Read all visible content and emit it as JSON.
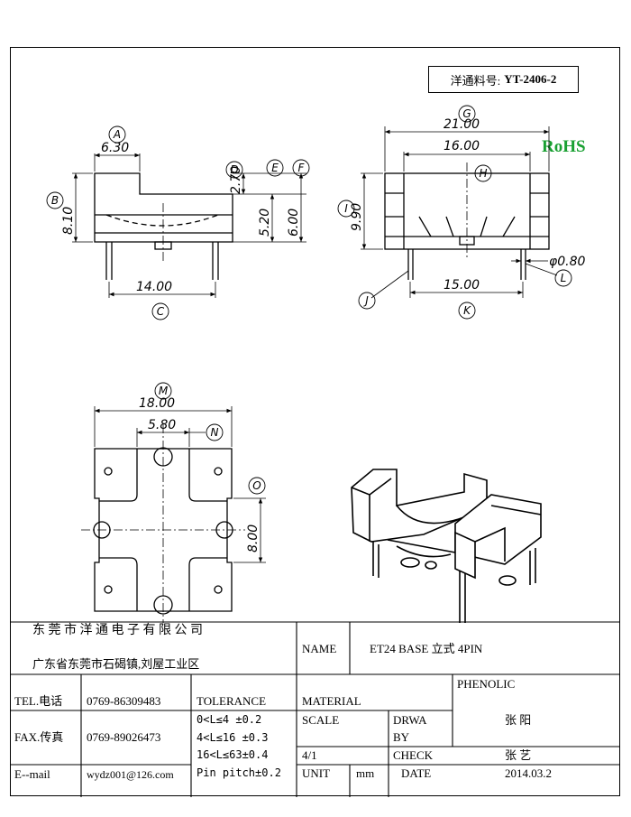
{
  "part_number": {
    "label": "洋通料号:",
    "value": "YT-2406-2"
  },
  "rohs": "RoHS",
  "callouts": {
    "A": "A",
    "B": "B",
    "C": "C",
    "D": "D",
    "E": "E",
    "F": "F",
    "G": "G",
    "H": "H",
    "I": "I",
    "J": "J",
    "K": "K",
    "L": "L",
    "M": "M",
    "N": "N",
    "O": "O"
  },
  "dimensions": {
    "A": "6.30",
    "B": "8.10",
    "C": "14.00",
    "D": "2.70",
    "E": "5.20",
    "F": "6.00",
    "G": "21.00",
    "H": "16.00",
    "I": "9.90",
    "K": "15.00",
    "L": "φ0.80",
    "M": "18.00",
    "N": "5.80",
    "O": "8.00"
  },
  "title_block": {
    "company": "东 莞 市 洋 通 电 子 有 限 公 司",
    "address": "广东省东莞市石碣镇,刘屋工业区",
    "name_label": "NAME",
    "name_value": "ET24 BASE 立式 4PIN",
    "tel_label": "TEL.电话",
    "tel_value": "0769-86309483",
    "fax_label": "FAX.传真",
    "fax_value": "0769-89026473",
    "email_label": "E--mail",
    "email_value": "wydz001@126.com",
    "tolerance_label": "TOLERANCE",
    "tolerance_lines": [
      "0<L≤4   ±0.2",
      "4<L≤16  ±0.3",
      "16<L≤63±0.4",
      "Pin pitch±0.2"
    ],
    "material_label": "MATERIAL",
    "material_value": "PHENOLIC",
    "scale_label": "SCALE",
    "scale_value": "4/1",
    "unit_label": "UNIT",
    "unit_value": "mm",
    "drawn_label_1": "DRWA",
    "drawn_label_2": "BY",
    "drawn_value": "张 阳",
    "check_label": "CHECK",
    "check_value": "张 艺",
    "date_label": "DATE",
    "date_value": "2014.03.2"
  }
}
